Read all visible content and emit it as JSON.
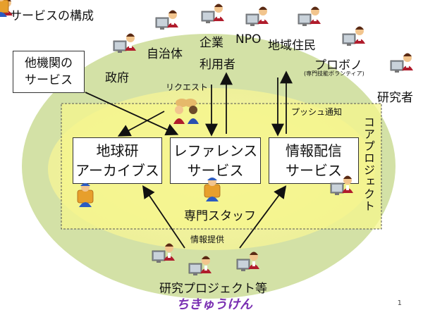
{
  "title": "サービスの構成",
  "other_services": [
    "他機関の",
    "サービス"
  ],
  "boxes": {
    "earth": [
      "地球研",
      "アーカイブス"
    ],
    "reference": [
      "レファレンス",
      "サービス"
    ],
    "info": [
      "情報配信",
      "サービス"
    ]
  },
  "core_project": "コアプロジェクト",
  "staff": "専門スタッフ",
  "users": {
    "gov": "政府",
    "local_gov": "自治体",
    "company": "企業",
    "npo": "NPO",
    "residents": "地域住民",
    "probono": "プロボノ",
    "probono_note": "(専門技能ボランティア)",
    "researcher": "研究者",
    "user_label": "利用者"
  },
  "request": "リクエスト",
  "push": "プッシュ通知",
  "info_provide": "情報提供",
  "research_projects": "研究プロジェクト等",
  "logo": "ちきゅうけん",
  "page_number": "1",
  "colors": {
    "outer_ellipse": "#d3e1a6",
    "inner_ellipse": "#f3f59f",
    "core_rect": "#f6f68c",
    "core_border": "#555555"
  },
  "icons": [
    "person-at-computer-icon",
    "researcher-group-icon",
    "staff-icon"
  ]
}
